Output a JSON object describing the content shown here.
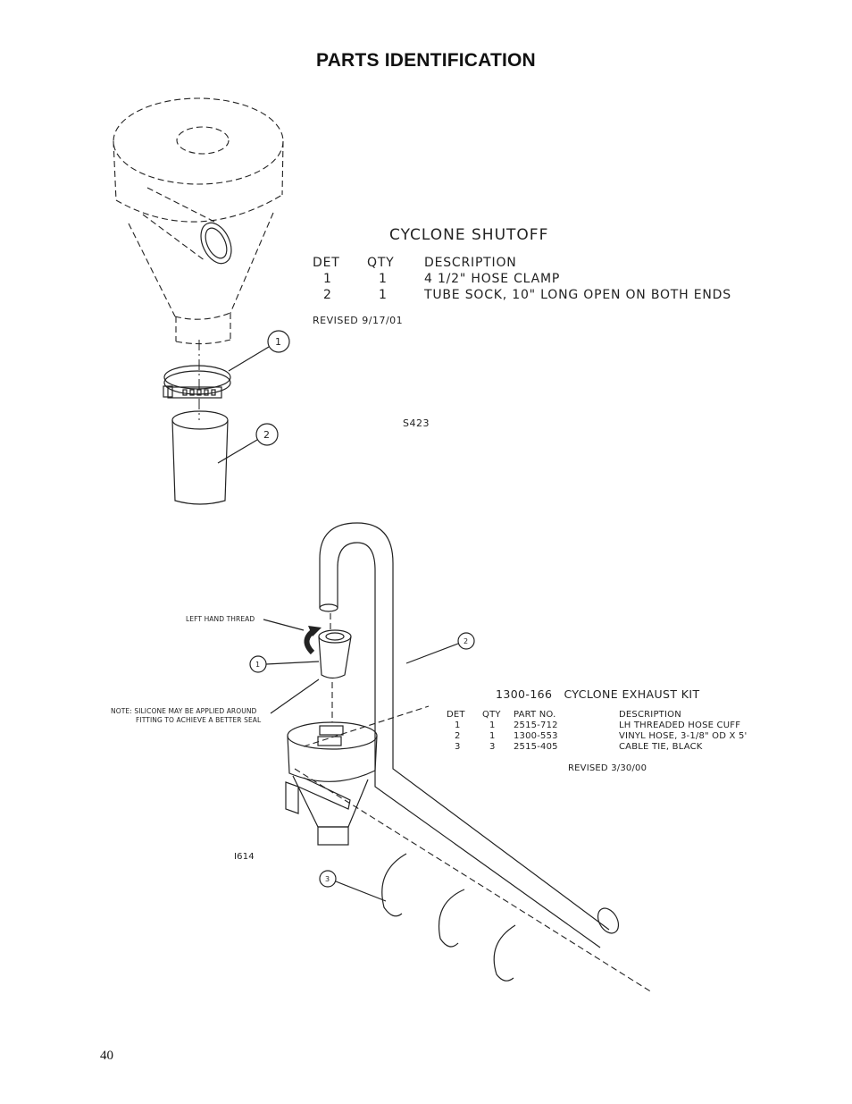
{
  "page": {
    "title": "PARTS IDENTIFICATION",
    "page_number": "40"
  },
  "cyclone_shutoff": {
    "title": "CYCLONE SHUTOFF",
    "headers": {
      "det": "DET",
      "qty": "QTY",
      "description": "DESCRIPTION"
    },
    "rows": [
      {
        "det": "1",
        "qty": "1",
        "description": "4 1/2\" HOSE CLAMP"
      },
      {
        "det": "2",
        "qty": "1",
        "description": "TUBE SOCK, 10\" LONG OPEN ON BOTH ENDS"
      }
    ],
    "revised": "REVISED 9/17/01",
    "drawing_number": "S423",
    "callouts": [
      "1",
      "2"
    ]
  },
  "exhaust_kit": {
    "title": "1300-166   CYCLONE EXHAUST KIT",
    "headers": {
      "det": "DET",
      "qty": "QTY",
      "part_no": "PART NO.",
      "description": "DESCRIPTION"
    },
    "rows": [
      {
        "det": "1",
        "qty": "1",
        "part_no": "2515-712",
        "description": "LH THREADED HOSE CUFF"
      },
      {
        "det": "2",
        "qty": "1",
        "part_no": "1300-553",
        "description": "VINYL HOSE, 3-1/8\" OD X 5'"
      },
      {
        "det": "3",
        "qty": "3",
        "part_no": "2515-405",
        "description": "CABLE TIE, BLACK"
      }
    ],
    "revised": "REVISED 3/30/00",
    "drawing_number": "I614",
    "left_hand_thread_note": "LEFT HAND THREAD",
    "silicone_note_line1": "NOTE: SILICONE MAY BE APPLIED AROUND",
    "silicone_note_line2": "FITTING TO ACHIEVE A BETTER SEAL",
    "callouts": [
      "1",
      "2",
      "3"
    ]
  }
}
